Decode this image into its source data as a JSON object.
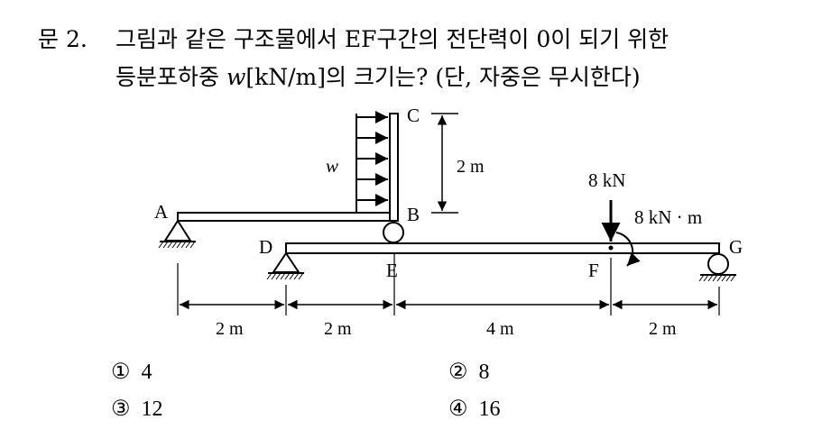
{
  "question": {
    "number": "문 2.",
    "line1": "그림과 같은 구조물에서 EF구간의 전단력이 0이 되기 위한",
    "line2_before": "등분포하중 ",
    "line2_var": "w",
    "line2_after": "[kN/m]의 크기는? (단, 자중은 무시한다)"
  },
  "figure": {
    "labels": {
      "A": "A",
      "B": "B",
      "C": "C",
      "D": "D",
      "E": "E",
      "F": "F",
      "G": "G"
    },
    "load_symbol": "w",
    "height_dim": "2 m",
    "point_load": "8 kN",
    "moment": "8 kN · m",
    "span_dims": [
      "2 m",
      "2 m",
      "4 m",
      "2 m"
    ]
  },
  "options": [
    {
      "mark": "①",
      "value": "4"
    },
    {
      "mark": "②",
      "value": "8"
    },
    {
      "mark": "③",
      "value": "12"
    },
    {
      "mark": "④",
      "value": "16"
    }
  ]
}
